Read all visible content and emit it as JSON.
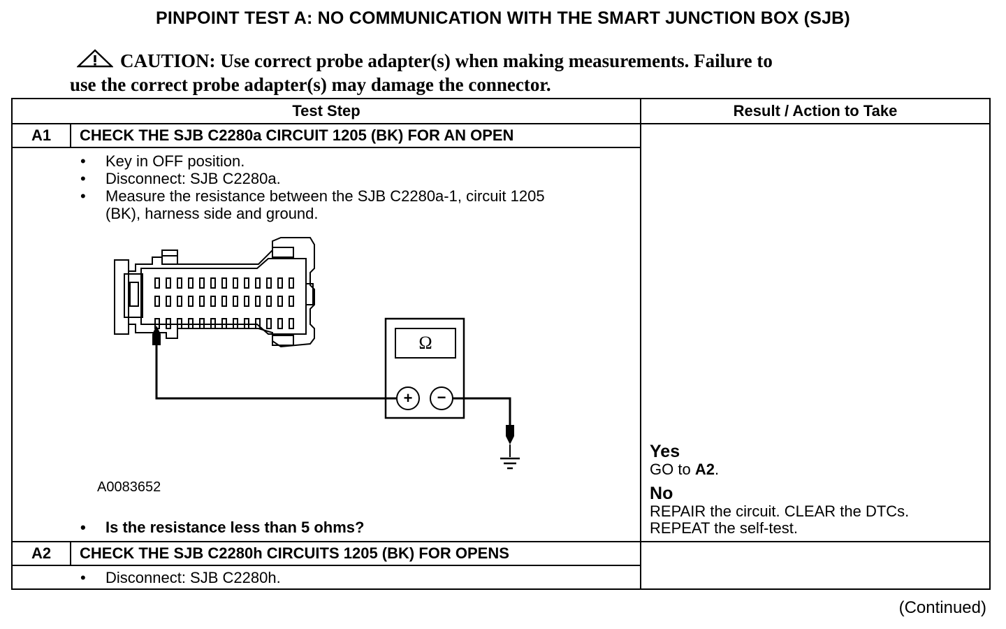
{
  "title": "PINPOINT TEST  A: NO COMMUNICATION WITH THE SMART JUNCTION BOX (SJB)",
  "caution": {
    "line1": "CAUTION: Use correct probe adapter(s) when making measurements. Failure to",
    "line2": "use the correct probe adapter(s) may damage the connector."
  },
  "table": {
    "col_test_step": "Test Step",
    "col_result": "Result / Action to Take",
    "a1": {
      "id": "A1",
      "title": "CHECK THE SJB C2280a CIRCUIT 1205 (BK) FOR AN OPEN",
      "bullets": [
        "Key in OFF position.",
        "Disconnect: SJB C2280a.",
        "Measure the resistance between the SJB C2280a-1, circuit 1205",
        "(BK), harness side and ground."
      ],
      "figure_label": "A0083652",
      "meter_symbol": "Ω",
      "plus": "+",
      "minus": "−",
      "question": "Is the resistance less than 5 ohms?",
      "yes_label": "Yes",
      "yes_action_prefix": "GO to ",
      "yes_action_target": "A2",
      "yes_action_suffix": ".",
      "no_label": "No",
      "no_action_line1": "REPAIR the circuit. CLEAR the DTCs.",
      "no_action_line2": "REPEAT the self-test."
    },
    "a2": {
      "id": "A2",
      "title": "CHECK THE SJB C2280h CIRCUITS 1205 (BK) FOR OPENS",
      "bullets": [
        "Disconnect: SJB C2280h."
      ]
    }
  },
  "bullet_glyph": "•",
  "continued": "(Continued)"
}
